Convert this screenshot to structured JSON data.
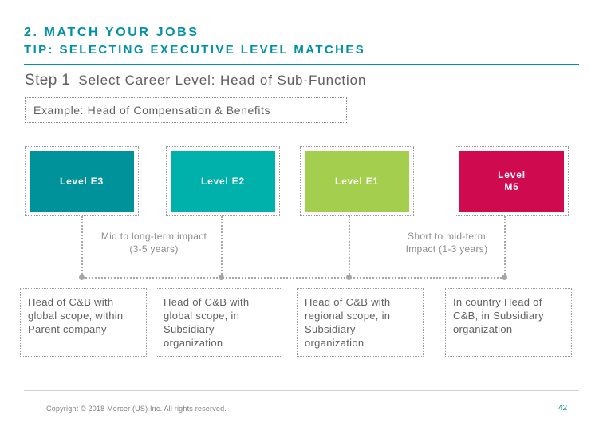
{
  "header": {
    "line1": "2. MATCH YOUR JOBS",
    "line2": "TIP: SELECTING EXECUTIVE LEVEL MATCHES",
    "accent_color": "#0091a8"
  },
  "step": {
    "label": "Step 1",
    "text": "Select Career Level: Head of Sub-Function"
  },
  "example": {
    "text": "Example: Head of Compensation & Benefits"
  },
  "levels": [
    {
      "label": "Level E3",
      "color": "#00929b"
    },
    {
      "label": "Level E2",
      "color": "#00b0aa"
    },
    {
      "label": "Level E1",
      "color": "#a4ce4e"
    },
    {
      "label": "Level\nM5",
      "color": "#cf0a4f"
    }
  ],
  "impacts": {
    "left": "Mid to long-term impact\n(3-5 years)",
    "right": "Short to mid-term\nImpact (1-3 years)"
  },
  "descriptions": [
    "Head of C&B with global scope, within Parent company",
    "Head of C&B with global scope, in Subsidiary organization",
    "Head of C&B with regional scope, in Subsidiary organization",
    "In country Head of C&B, in Subsidiary organization"
  ],
  "footer": {
    "copyright": "Copyright © 2018 Mercer (US) Inc. All rights reserved.",
    "page_number": "42"
  }
}
